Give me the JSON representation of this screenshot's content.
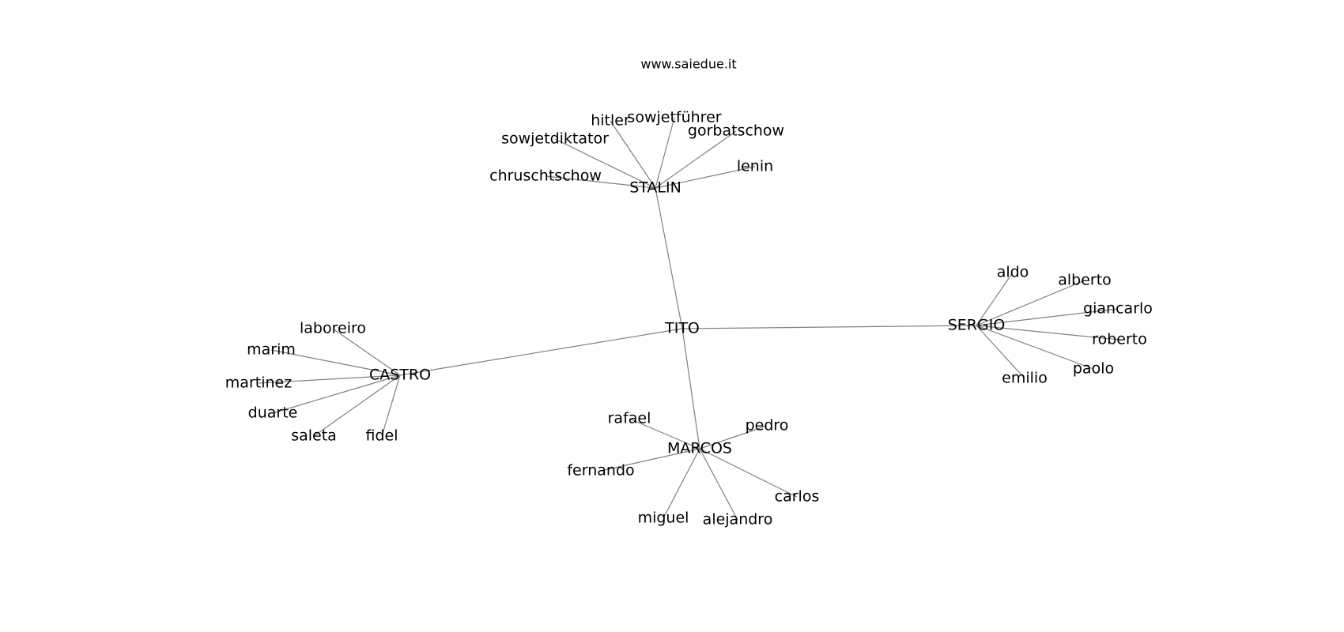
{
  "watermark": "www.saiedue.it",
  "graph": {
    "center": "TITO",
    "hubs": [
      {
        "name": "STALIN",
        "children": [
          "hitler",
          "sowjetführer",
          "sowjetdiktator",
          "gorbatschow",
          "chruschtschow",
          "lenin"
        ]
      },
      {
        "name": "SERGIO",
        "children": [
          "aldo",
          "alberto",
          "giancarlo",
          "roberto",
          "paolo",
          "emilio"
        ]
      },
      {
        "name": "CASTRO",
        "children": [
          "laboreiro",
          "marim",
          "martinez",
          "duarte",
          "saleta",
          "fidel"
        ]
      },
      {
        "name": "MARCOS",
        "children": [
          "rafael",
          "pedro",
          "fernando",
          "carlos",
          "miguel",
          "alejandro"
        ]
      }
    ]
  },
  "colors": {
    "edge": "#808080",
    "text": "#000000",
    "background": "#ffffff"
  }
}
